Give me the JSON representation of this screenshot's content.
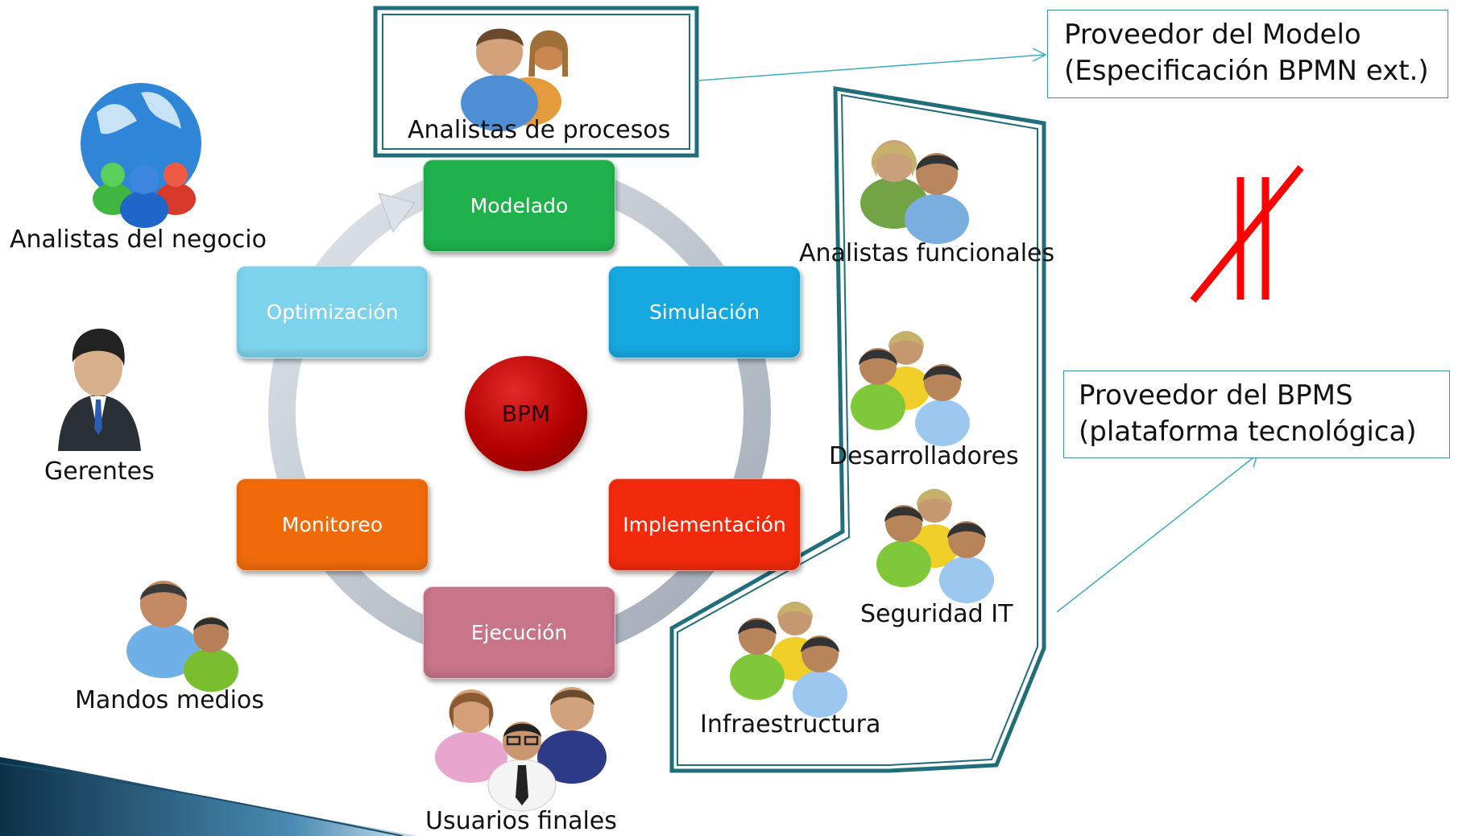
{
  "center": {
    "label": "BPM"
  },
  "phases": [
    {
      "label": "Modelado",
      "color": "#1fb24c"
    },
    {
      "label": "Simulación",
      "color": "#16a8e0"
    },
    {
      "label": "Implementación",
      "color": "#f02a0a"
    },
    {
      "label": "Ejecución",
      "color": "#c8758a"
    },
    {
      "label": "Monitoreo",
      "color": "#f06a0a"
    },
    {
      "label": "Optimización",
      "color": "#7ed3ec"
    }
  ],
  "roles": {
    "analistas_procesos": "Analistas de procesos",
    "analistas_negocio": "Analistas del negocio",
    "gerentes": "Gerentes",
    "mandos_medios": "Mandos medios",
    "usuarios_finales": "Usuarios finales",
    "analistas_funcionales": "Analistas funcionales",
    "desarrolladores": "Desarrolladores",
    "seguridad_it": "Seguridad IT",
    "infraestructura": "Infraestructura"
  },
  "providers": {
    "modelo": {
      "line1": "Proveedor del Modelo",
      "line2": "(Especificación BPMN ext.)"
    },
    "bpms": {
      "line1": "Proveedor del BPMS",
      "line2": "(plataforma tecnológica)"
    }
  },
  "colors": {
    "frame": "#1f6e7a",
    "connector": "#3aaec0",
    "cross": "#ff0000"
  }
}
